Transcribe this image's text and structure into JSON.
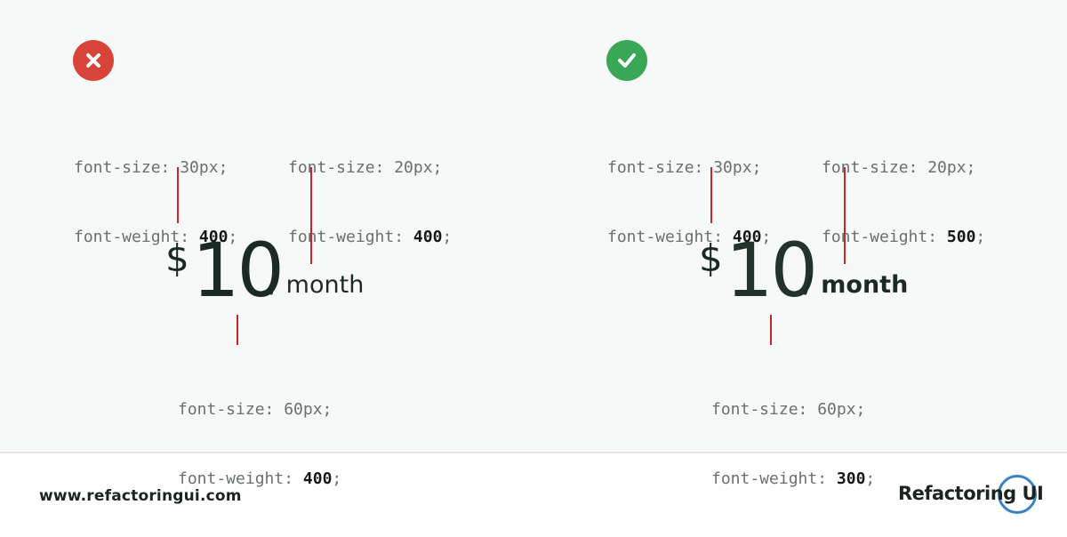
{
  "bad_example": {
    "status_icon": "x-icon",
    "status_color": "#d9443a",
    "top_left": {
      "size_line": "font-size: 30px;",
      "weight_prefix": "font-weight: ",
      "weight_value": "400",
      "weight_suffix": ";"
    },
    "top_right": {
      "size_line": "font-size: 20px;",
      "weight_prefix": "font-weight: ",
      "weight_value": "400",
      "weight_suffix": ";"
    },
    "bottom": {
      "size_line": "font-size: 60px;",
      "weight_prefix": "font-weight: ",
      "weight_value": "400",
      "weight_suffix": ";"
    },
    "price": {
      "currency": "$",
      "amount": "10",
      "period": "/ month"
    }
  },
  "good_example": {
    "status_icon": "check-icon",
    "status_color": "#3aa757",
    "top_left": {
      "size_line": "font-size: 30px;",
      "weight_prefix": "font-weight: ",
      "weight_value": "400",
      "weight_suffix": ";"
    },
    "top_right": {
      "size_line": "font-size: 20px;",
      "weight_prefix": "font-weight: ",
      "weight_value": "500",
      "weight_suffix": ";"
    },
    "bottom": {
      "size_line": "font-size: 60px;",
      "weight_prefix": "font-weight: ",
      "weight_value": "300",
      "weight_suffix": ";"
    },
    "price": {
      "currency": "$",
      "amount": "10",
      "period": "/ month"
    }
  },
  "footer": {
    "url": "www.refactoringui.com",
    "logo_text": "Refactoring UI",
    "logo_accent_color": "#3b82c4"
  },
  "colors": {
    "leader_line": "#c8252c",
    "panel_background": "#f7f8f8"
  }
}
